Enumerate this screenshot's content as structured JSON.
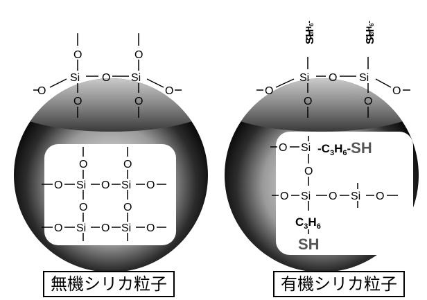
{
  "left": {
    "caption": "無機シリカ粒子",
    "labels": {
      "si": "Si",
      "o": "O"
    }
  },
  "right": {
    "caption": "有機シリカ粒子",
    "labels": {
      "si": "Si",
      "o": "O",
      "c": "C",
      "h": "H",
      "c_sub": "3",
      "h_sub": "6",
      "sh": "SH",
      "dash": "-"
    }
  }
}
